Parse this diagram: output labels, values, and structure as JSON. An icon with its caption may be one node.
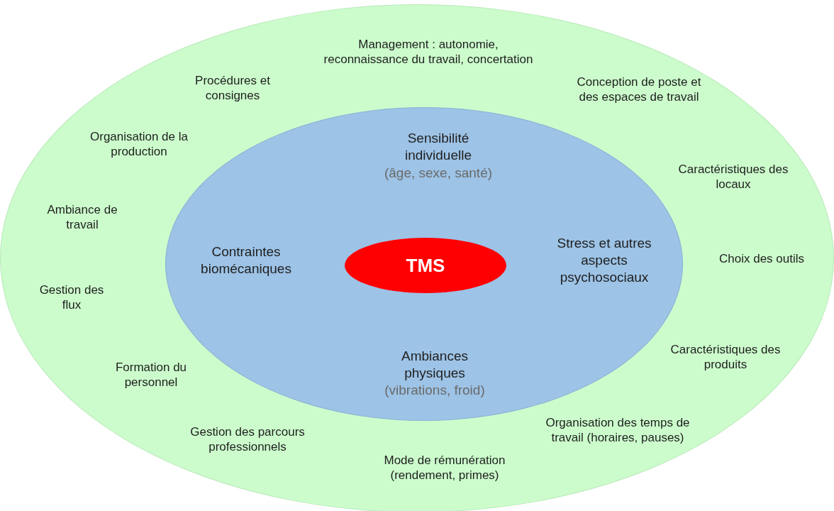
{
  "diagram": {
    "nodes": [
      {
        "text": [
          "Management : autonomie, reconnaissance du travail, concertation",
          "Procédures et consignes",
          "Conception de poste et des espaces de travail",
          "Organisation de la production",
          "Caractéristiques des locaux",
          "Ambiance de travail",
          "Choix des outils",
          "Gestion des flux",
          "Caractéristiques des produits",
          "Formation du personnel",
          "Gestion des parcours professionnels",
          "Organisation des temps de travail (horaires, pauses)",
          "Mode de rémunération (rendement, primes)"
        ]
      },
      {
        "text": [
          "Sensibilité individuelle",
          "(âge, sexe, santé)",
          "Contraintes biomécaniques",
          "Stress et autres aspects psychosociaux",
          "Ambiances physiques",
          "(vibrations, froid)"
        ],
        "in": 0
      },
      {
        "text": [
          "TMS"
        ],
        "in": 1
      }
    ]
  }
}
